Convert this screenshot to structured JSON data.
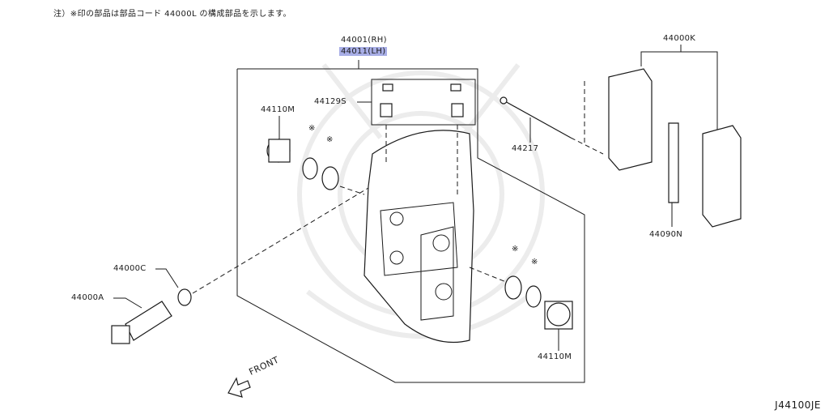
{
  "note": "注）※印の部品は部品コード 44000L の構成部品を示します。",
  "diagram_code": "J44100JE",
  "front_label": "FRONT",
  "parts": {
    "caliper_rh": "44001(RH)",
    "caliper_lh": "44011(LH)",
    "bleeder": "44129S",
    "piston_top": "44110M",
    "piston_bottom": "44110M",
    "pad_kit": "44000K",
    "pin": "44217",
    "shim": "44090N",
    "washer": "44000C",
    "bolt": "44000A"
  },
  "markers": {
    "asterisk": "※"
  },
  "colors": {
    "highlight": "#a8aee6",
    "line": "#1a1a1a",
    "watermark": "#ececec"
  }
}
